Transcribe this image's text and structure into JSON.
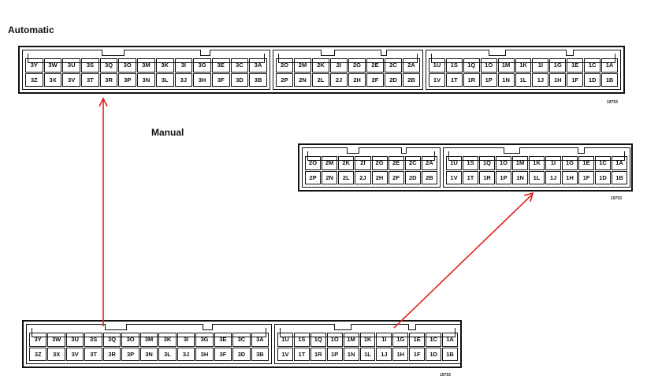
{
  "labels": {
    "automatic": "Automatic",
    "manual": "Manual"
  },
  "arrow_color": "#e0201c",
  "connectors": {
    "automatic": {
      "code": "19753",
      "blocks": [
        {
          "rows": [
            [
              "3Y",
              "3W",
              "3U",
              "3S",
              "3Q",
              "3O",
              "3M",
              "3K",
              "3I",
              "3G",
              "3E",
              "3C",
              "3A"
            ],
            [
              "3Z",
              "3X",
              "3V",
              "3T",
              "3R",
              "3P",
              "3N",
              "3L",
              "3J",
              "3H",
              "3F",
              "3D",
              "3B"
            ]
          ]
        },
        {
          "rows": [
            [
              "2O",
              "2M",
              "2K",
              "2I",
              "2G",
              "2E",
              "2C",
              "2A"
            ],
            [
              "2P",
              "2N",
              "2L",
              "2J",
              "2H",
              "2F",
              "2D",
              "2B"
            ]
          ]
        },
        {
          "rows": [
            [
              "1U",
              "1S",
              "1Q",
              "1O",
              "1M",
              "1K",
              "1I",
              "1G",
              "1E",
              "1C",
              "1A"
            ],
            [
              "1V",
              "1T",
              "1R",
              "1P",
              "1N",
              "1L",
              "1J",
              "1H",
              "1F",
              "1D",
              "1B"
            ]
          ]
        }
      ]
    },
    "manual_upper": {
      "code": "19753",
      "blocks": [
        {
          "rows": [
            [
              "2O",
              "2M",
              "2K",
              "2I",
              "2G",
              "2E",
              "2C",
              "2A"
            ],
            [
              "2P",
              "2N",
              "2L",
              "2J",
              "2H",
              "2F",
              "2D",
              "2B"
            ]
          ]
        },
        {
          "rows": [
            [
              "1U",
              "1S",
              "1Q",
              "1O",
              "1M",
              "1K",
              "1I",
              "1G",
              "1E",
              "1C",
              "1A"
            ],
            [
              "1V",
              "1T",
              "1R",
              "1P",
              "1N",
              "1L",
              "1J",
              "1H",
              "1F",
              "1D",
              "1B"
            ]
          ]
        }
      ]
    },
    "manual_lower": {
      "code": "19753",
      "blocks": [
        {
          "rows": [
            [
              "3Y",
              "3W",
              "3U",
              "3S",
              "3Q",
              "3O",
              "3M",
              "3K",
              "3I",
              "3G",
              "3E",
              "3C",
              "3A"
            ],
            [
              "3Z",
              "3X",
              "3V",
              "3T",
              "3R",
              "3P",
              "3N",
              "3L",
              "3J",
              "3H",
              "3F",
              "3D",
              "3B"
            ]
          ]
        },
        {
          "rows": [
            [
              "1U",
              "1S",
              "1Q",
              "1O",
              "1M",
              "1K",
              "1I",
              "1G",
              "1E",
              "1C",
              "1A"
            ],
            [
              "1V",
              "1T",
              "1R",
              "1P",
              "1N",
              "1L",
              "1J",
              "1H",
              "1F",
              "1D",
              "1B"
            ]
          ]
        }
      ]
    }
  }
}
